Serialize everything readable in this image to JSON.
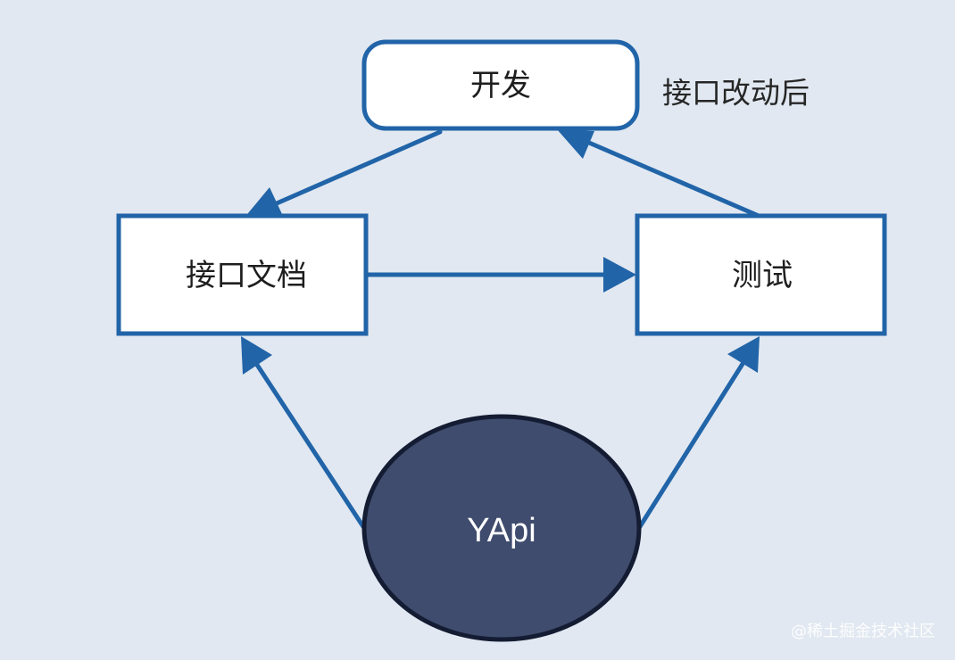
{
  "nodes": {
    "dev": "开发",
    "api_doc": "接口文档",
    "test": "测试",
    "yapi": "YApi"
  },
  "annotations": {
    "after_change": "接口改动后"
  },
  "watermark": "@稀土掘金技术社区",
  "colors": {
    "background": "#e1e8f1",
    "stroke": "#2164a8",
    "ellipse_fill": "#3f4c6d",
    "ellipse_stroke": "#141c33",
    "box_fill": "#ffffff"
  }
}
